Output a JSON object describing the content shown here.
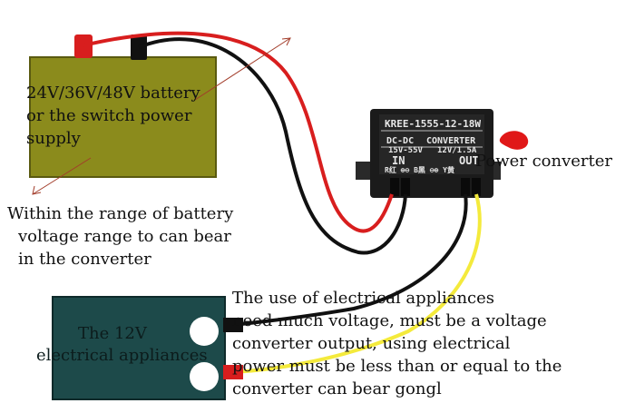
{
  "battery": {
    "label_line1": "24V/36V/48V battery",
    "label_line2": "or the switch power",
    "label_line3": "supply"
  },
  "range_note": {
    "line1": "Within the range of battery",
    "line2": "voltage range to can bear",
    "line3": "in the converter"
  },
  "converter": {
    "model": "KREE-1555-12-18W",
    "type_left": "DC-DC",
    "type_right": "CONVERTER",
    "input_range": "15V-55V",
    "output_rating": "12V/1.5A",
    "in_label": "IN",
    "out_label": "OUT",
    "terminals": "R红 ⊕⊖ B黑 ⊖⊕ Y黄",
    "caption": "Power converter"
  },
  "appliance": {
    "label_line1": "The 12V",
    "label_line2": "electrical appliances"
  },
  "usage_note": {
    "line1": "The use of electrical appliances",
    "line2": "need much voltage, must be a voltage",
    "line3": "converter output, using electrical",
    "line4": "power must be less than or equal to the",
    "line5": "converter can bear gongl"
  },
  "colors": {
    "battery_fill": "#8b8b1c",
    "appliance_fill": "#1d4a4a",
    "red_wire": "#d81e1e",
    "black_wire": "#111111",
    "yellow_wire": "#f4ea3c",
    "converter_body": "#1b1b1b"
  }
}
